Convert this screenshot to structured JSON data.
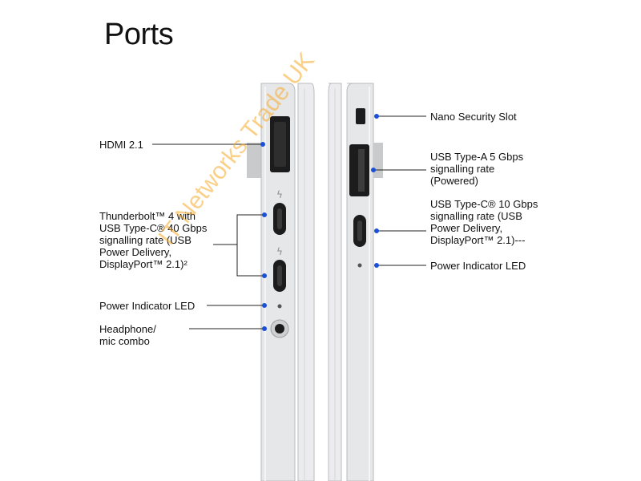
{
  "page": {
    "title": "Ports"
  },
  "left_side": {
    "labels": [
      {
        "id": "hdmi",
        "text": "HDMI 2.1"
      },
      {
        "id": "thunderbolt",
        "text": "Thunderbolt™ 4 with\nUSB Type-C® 40 Gbps\nsignalling rate (USB\nPower Delivery,\nDisplayPort™ 2.1)²"
      },
      {
        "id": "power-led",
        "text": "Power Indicator LED"
      },
      {
        "id": "headphone",
        "text": "Headphone/\nmic combo"
      }
    ]
  },
  "right_side": {
    "labels": [
      {
        "id": "security",
        "text": "Nano Security Slot"
      },
      {
        "id": "usb-a",
        "text": "USB Type-A 5 Gbps\nsignalling rate\n(Powered)"
      },
      {
        "id": "usb-c",
        "text": "USB Type-C® 10 Gbps\nsignalling rate (USB\nPower Delivery,\nDisplayPort™ 2.1)---"
      },
      {
        "id": "power-led",
        "text": "Power Indicator LED"
      }
    ]
  },
  "watermark": {
    "text": "IT Networks Trade UK"
  },
  "colors": {
    "callout_dot": "#1b4fd6",
    "chassis": "#e4e5e7",
    "chassis_edge": "#b9bbbe",
    "port": "#1c1c1c"
  }
}
